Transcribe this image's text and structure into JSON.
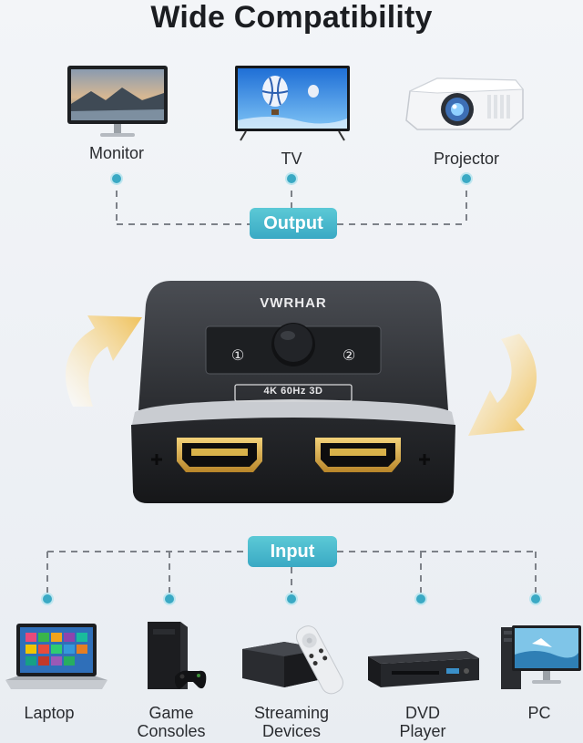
{
  "title": "Wide Compatibility",
  "output_label": "Output",
  "input_label": "Input",
  "switch": {
    "brand": "VWRHAR",
    "spec": "4K 60Hz 3D",
    "port1": "①",
    "port2": "②"
  },
  "outputs": [
    {
      "label": "Monitor"
    },
    {
      "label": "TV"
    },
    {
      "label": "Projector"
    }
  ],
  "inputs": [
    {
      "label": "Laptop"
    },
    {
      "label": "Game\nConsoles"
    },
    {
      "label": "Streaming\nDevices"
    },
    {
      "label": "DVD\nPlayer"
    },
    {
      "label": "PC"
    }
  ],
  "colors": {
    "accent": "#3aa9c4",
    "arrow": "#f2d58a",
    "device_body": "#2b2d31",
    "port_gold": "#d9b24a"
  }
}
